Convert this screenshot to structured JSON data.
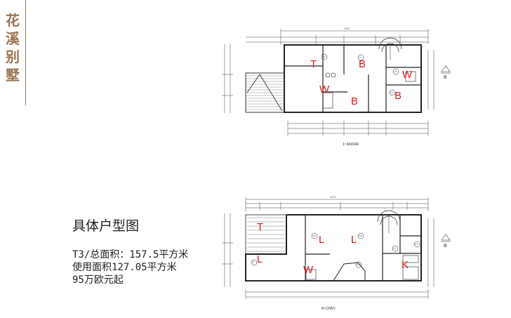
{
  "side_title": [
    "花",
    "溪",
    "别",
    "墅"
  ],
  "info": {
    "title": "具体户型图",
    "lines": [
      "T3/总面积：157.5平方米",
      "使用面积127.05平方米",
      "95万欧元起"
    ]
  },
  "upper_plan": {
    "caption": "1º ANDAR",
    "section_mark": "B",
    "top_dimension": "14.90",
    "room_labels": [
      "T",
      "B",
      "W",
      "W",
      "B",
      "B"
    ],
    "area_tags": [
      "1.6",
      "1.1",
      "1.4",
      "1.5"
    ]
  },
  "ground_plan": {
    "caption": "R-CHÃO",
    "section_mark": "B",
    "top_dimension": "15.75",
    "room_labels": [
      "T",
      "L",
      "L",
      "L",
      "W",
      "K"
    ],
    "area_tags": [
      "0.6",
      "0.5",
      "0.7",
      "0.10",
      "0.2",
      "0.1"
    ]
  }
}
